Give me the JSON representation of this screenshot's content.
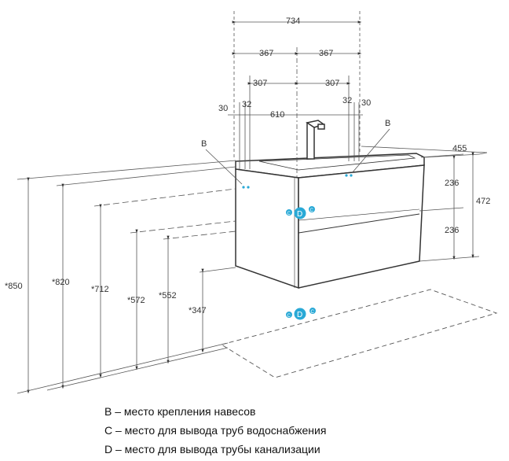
{
  "dimensions": {
    "total_width": "734",
    "half_left": "367",
    "half_right": "367",
    "offset_left": "307",
    "offset_right": "307",
    "edge_left_outer": "30",
    "edge_left_inner": "32",
    "edge_right_inner": "32",
    "edge_right_outer": "30",
    "hole_spacing": "610",
    "depth": "455",
    "drawer_upper": "236",
    "drawer_lower": "236",
    "cabinet_height": "472",
    "height_850": "*850",
    "height_820": "*820",
    "height_712": "*712",
    "height_572": "*572",
    "height_552": "*552",
    "height_347": "*347"
  },
  "markers": {
    "b_left": "B",
    "b_right": "B",
    "c": "C",
    "d": "D"
  },
  "legend": [
    "B – место крепления навесов",
    "C – место для вывода труб водоснабжения",
    "D – место для вывода трубы канализации"
  ],
  "colors": {
    "lines": "#333333",
    "marker_fill": "#29a9d6",
    "marker_text": "#ffffff"
  }
}
